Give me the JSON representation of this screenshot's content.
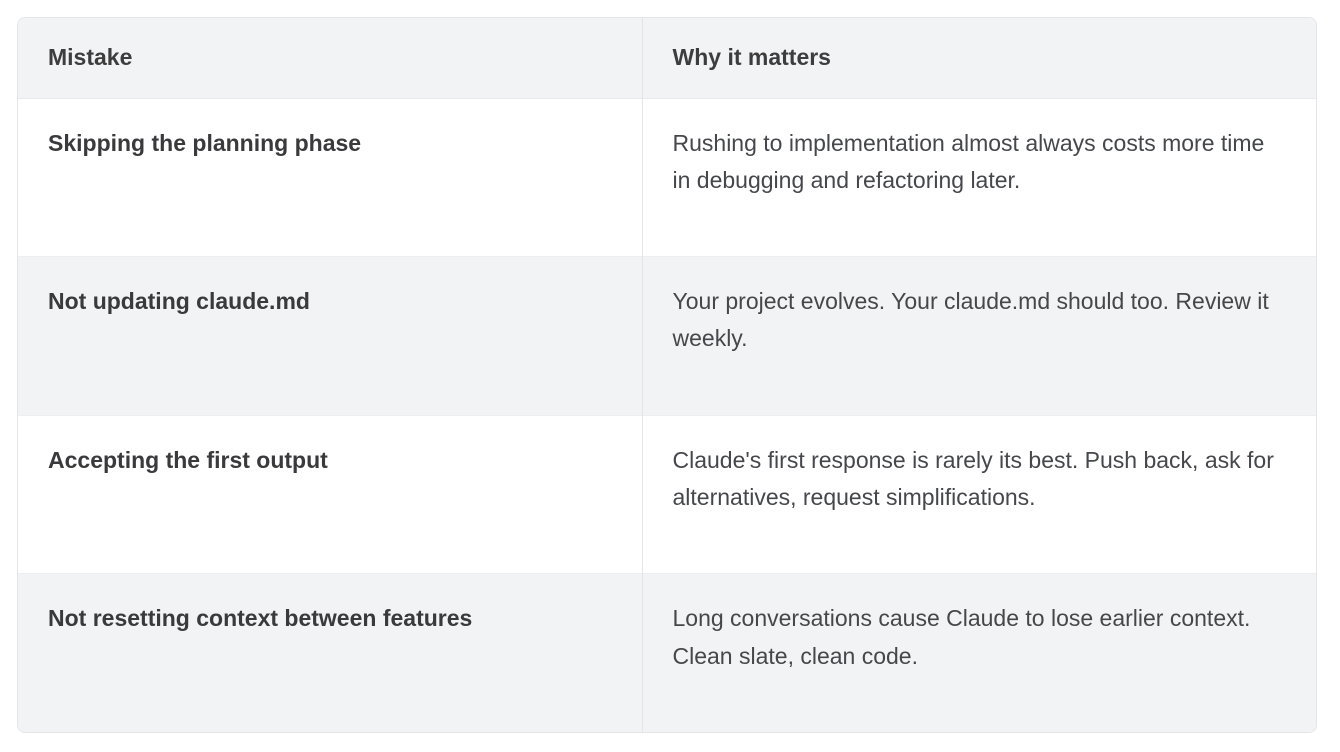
{
  "table": {
    "columns": [
      {
        "key": "mistake",
        "label": "Mistake"
      },
      {
        "key": "why",
        "label": "Why it matters"
      }
    ],
    "rows": [
      {
        "mistake": "Skipping the planning phase",
        "why": "Rushing to implementation almost always costs more time in debugging and refactoring later."
      },
      {
        "mistake": "Not updating claude.md",
        "why": "Your project evolves. Your claude.md should too. Review it weekly."
      },
      {
        "mistake": "Accepting the first output",
        "why": "Claude's first response is rarely its best. Push back, ask for alternatives, request simplifications."
      },
      {
        "mistake": "Not resetting context between features",
        "why": "Long conversations cause Claude to lose earlier context. Clean slate, clean code."
      }
    ]
  },
  "colors": {
    "header_background": "#f2f3f5",
    "stripe_background": "#f2f3f5",
    "row_background": "#ffffff",
    "border": "#e3e5e8",
    "heading_text": "#3d3d3d",
    "body_text": "#46474b"
  }
}
